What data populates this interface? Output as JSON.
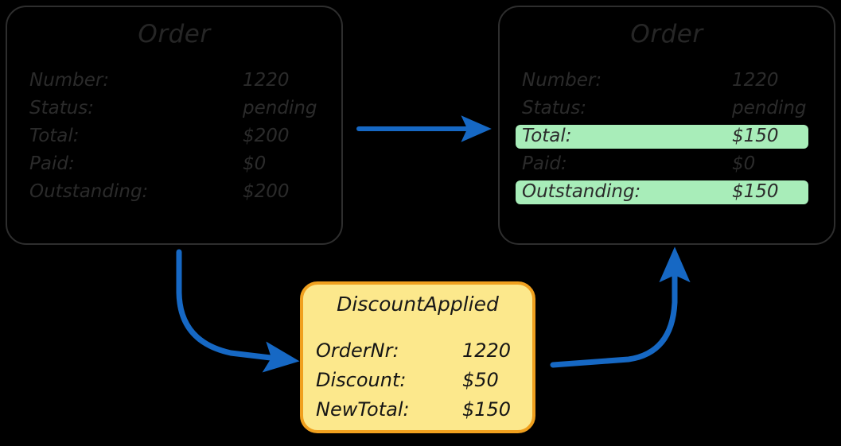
{
  "colors": {
    "background": "#000000",
    "card_border": "#2e2e2e",
    "text": "#2b2b2b",
    "highlight_green": "#a8edb9",
    "event_fill": "#fce88c",
    "event_border": "#f0a01e",
    "arrow_blue": "#1668c4"
  },
  "before_card": {
    "title": "Order",
    "fields": [
      {
        "label": "Number:",
        "value": "1220",
        "highlight": false
      },
      {
        "label": "Status:",
        "value": "pending",
        "highlight": false
      },
      {
        "label": "Total:",
        "value": "$200",
        "highlight": false
      },
      {
        "label": "Paid:",
        "value": "$0",
        "highlight": false
      },
      {
        "label": "Outstanding:",
        "value": "$200",
        "highlight": false
      }
    ]
  },
  "after_card": {
    "title": "Order",
    "fields": [
      {
        "label": "Number:",
        "value": "1220",
        "highlight": false
      },
      {
        "label": "Status:",
        "value": "pending",
        "highlight": false
      },
      {
        "label": "Total:",
        "value": "$150",
        "highlight": true
      },
      {
        "label": "Paid:",
        "value": "$0",
        "highlight": false
      },
      {
        "label": "Outstanding:",
        "value": "$150",
        "highlight": true
      }
    ]
  },
  "event_box": {
    "title": "DiscountApplied",
    "fields": [
      {
        "label": "OrderNr:",
        "value": "1220",
        "highlight": false
      },
      {
        "label": "Discount:",
        "value": "$50",
        "highlight": false
      },
      {
        "label": "NewTotal:",
        "value": "$150",
        "highlight": false
      }
    ]
  },
  "arrows": [
    {
      "name": "arrow-before-to-after",
      "kind": "straight"
    },
    {
      "name": "arrow-before-to-event",
      "kind": "curved-down-right"
    },
    {
      "name": "arrow-event-to-after",
      "kind": "curved-right-up"
    }
  ]
}
